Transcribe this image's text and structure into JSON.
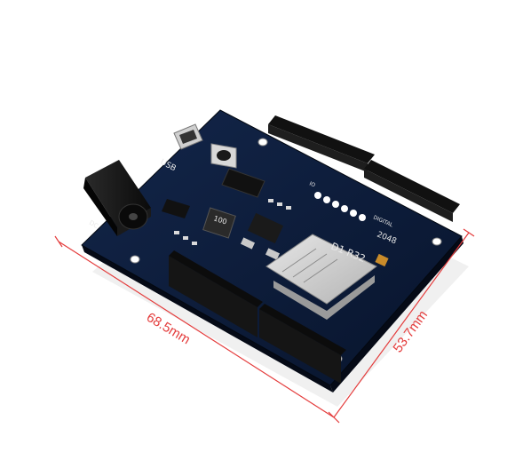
{
  "photo": {
    "subject": "D1 R32 ESP32 development board",
    "board_label": "D1  R32",
    "usb_label": "USB",
    "dc_label": "DC",
    "inductor_label": "100",
    "digital_label": "DIGITAL",
    "io_label": "IO",
    "lettering": "2048"
  },
  "dimensions": {
    "width": "68.5mm",
    "height": "53.7mm"
  },
  "colors": {
    "pcb": "#0b1a36",
    "pcb_edge": "#050a16",
    "dimension_line": "#e43c3c",
    "header": "#141414",
    "module": "#cfcfcf"
  }
}
